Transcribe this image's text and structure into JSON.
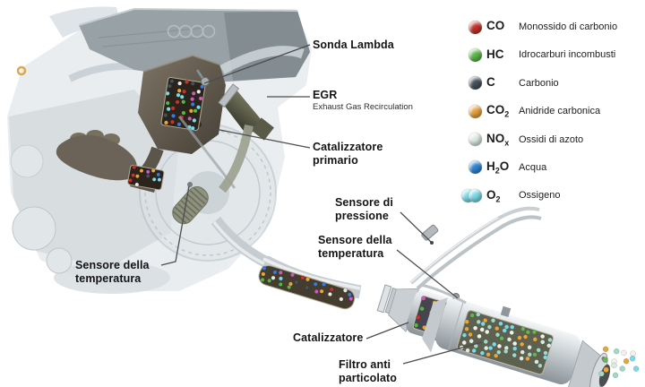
{
  "labels": {
    "sonda_lambda": "Sonda Lambda",
    "egr": "EGR",
    "egr_sub": "Exhaust Gas Recirculation",
    "catalizzatore_primario": "Catalizzatore\nprimario",
    "sensore_pressione": "Sensore di\npressione",
    "sensore_temperatura_destra": "Sensore della\ntemperatura",
    "sensore_temperatura_sinistra": "Sensore della\ntemperatura",
    "catalizzatore": "Catalizzatore",
    "filtro_antiparticolato": "Filtro anti\nparticolato"
  },
  "legend": {
    "items": [
      {
        "pre": "CO",
        "sub": "",
        "post": "",
        "name": "Monossido di carbonio",
        "color": "#c5332b",
        "double": false
      },
      {
        "pre": "HC",
        "sub": "",
        "post": "",
        "name": "Idrocarburi incombusti",
        "color": "#5cb84a",
        "double": false
      },
      {
        "pre": "C",
        "sub": "",
        "post": "",
        "name": "Carbonio",
        "color": "#46525a",
        "double": false
      },
      {
        "pre": "CO",
        "sub": "2",
        "post": "",
        "name": "Anidride carbonica",
        "color": "#e7a33c",
        "double": false
      },
      {
        "pre": "NO",
        "sub": "x",
        "post": "",
        "name": "Ossidi di azoto",
        "color": "#dcece2",
        "double": false
      },
      {
        "pre": "H",
        "sub": "2",
        "post": "O",
        "name": "Acqua",
        "color": "#2f86d4",
        "double": false
      },
      {
        "pre": "O",
        "sub": "2",
        "post": "",
        "name": "Ossigeno",
        "color": "#7cd9e8",
        "double": true
      }
    ]
  },
  "particle_palettes": {
    "raw": [
      "#c5342c",
      "#58b548",
      "#3b7bd8",
      "#e6a63c",
      "#7cd9e8",
      "#e9e9e3",
      "#c75db8",
      "#46525a"
    ],
    "filtered": [
      "#7cd9e8",
      "#e6a63c",
      "#dcebdf",
      "#63b653",
      "#f2f2ea",
      "#9fd9c8"
    ]
  }
}
